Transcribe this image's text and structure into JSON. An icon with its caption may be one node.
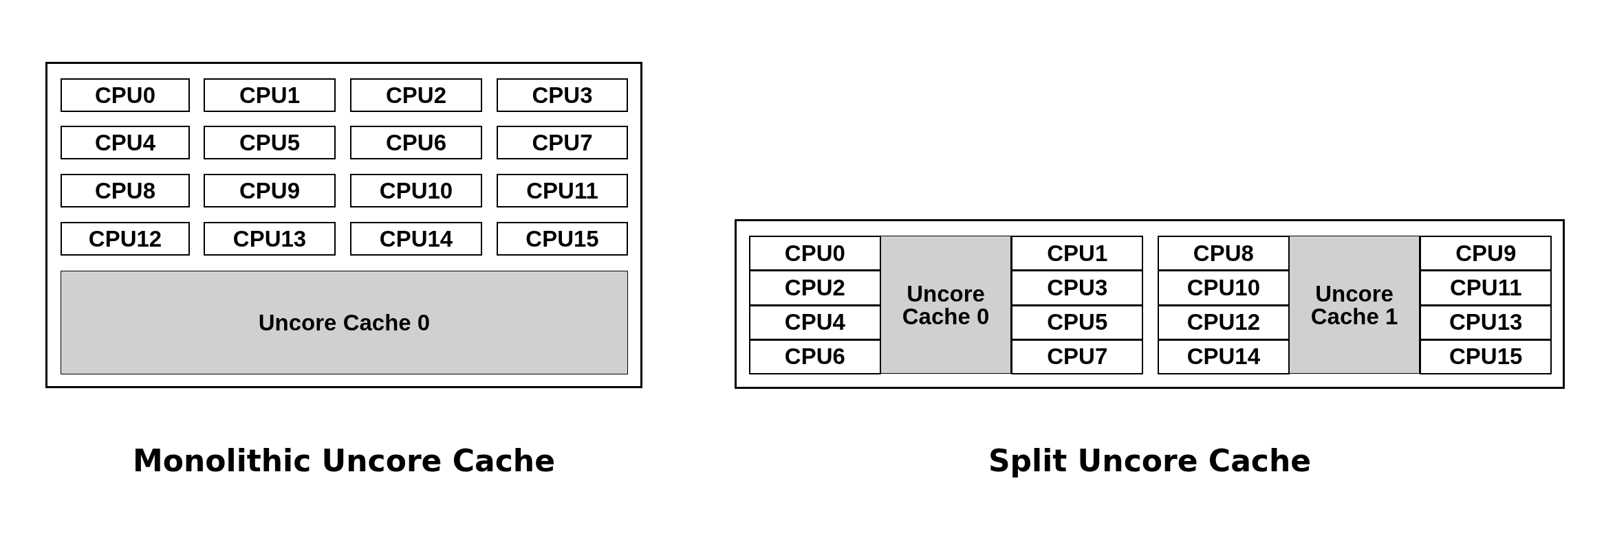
{
  "diagram": {
    "nodes": [
      {
        "text": [],
        "shape": "box",
        "beside": [
          "Monolithic Uncore Cache"
        ]
      },
      {
        "text": [
          "CPU0"
        ],
        "in": 0
      },
      {
        "text": [
          "CPU1"
        ],
        "in": 0
      },
      {
        "text": [
          "CPU2"
        ],
        "in": 0
      },
      {
        "text": [
          "CPU3"
        ],
        "in": 0
      },
      {
        "text": [
          "CPU4"
        ],
        "in": 0
      },
      {
        "text": [
          "CPU5"
        ],
        "in": 0
      },
      {
        "text": [
          "CPU6"
        ],
        "in": 0
      },
      {
        "text": [
          "CPU7"
        ],
        "in": 0
      },
      {
        "text": [
          "CPU8"
        ],
        "in": 0
      },
      {
        "text": [
          "CPU9"
        ],
        "in": 0
      },
      {
        "text": [
          "CPU10"
        ],
        "in": 0
      },
      {
        "text": [
          "CPU11"
        ],
        "in": 0
      },
      {
        "text": [
          "CPU12"
        ],
        "in": 0
      },
      {
        "text": [
          "CPU13"
        ],
        "in": 0
      },
      {
        "text": [
          "CPU14"
        ],
        "in": 0
      },
      {
        "text": [
          "CPU15"
        ],
        "in": 0
      },
      {
        "text": [
          "Uncore Cache 0"
        ],
        "in": 0
      },
      {
        "text": [],
        "shape": "box",
        "beside": [
          "Split Uncore Cache"
        ]
      },
      {
        "text": [],
        "shape": "box",
        "in": 18
      },
      {
        "text": [
          "CPU0"
        ],
        "in": 19
      },
      {
        "text": [
          "Uncore Cache 0"
        ],
        "in": 19
      },
      {
        "text": [
          "CPU1"
        ],
        "in": 19
      },
      {
        "text": [
          "CPU2"
        ],
        "in": 19
      },
      {
        "text": [
          "CPU3"
        ],
        "in": 19
      },
      {
        "text": [
          "CPU4"
        ],
        "in": 19
      },
      {
        "text": [
          "CPU5"
        ],
        "in": 19
      },
      {
        "text": [
          "CPU6"
        ],
        "in": 19
      },
      {
        "text": [
          "CPU7"
        ],
        "in": 19
      },
      {
        "text": [],
        "shape": "box",
        "in": 18
      },
      {
        "text": [
          "CPU8"
        ],
        "in": 29
      },
      {
        "text": [
          "Uncore Cache 1"
        ],
        "in": 29
      },
      {
        "text": [
          "CPU9"
        ],
        "in": 29
      },
      {
        "text": [
          "CPU10"
        ],
        "in": 29
      },
      {
        "text": [
          "CPU11"
        ],
        "in": 29
      },
      {
        "text": [
          "CPU12"
        ],
        "in": 29
      },
      {
        "text": [
          "CPU13"
        ],
        "in": 29
      },
      {
        "text": [
          "CPU14"
        ],
        "in": 29
      },
      {
        "text": [
          "CPU15"
        ],
        "in": 29
      }
    ],
    "edges": []
  }
}
